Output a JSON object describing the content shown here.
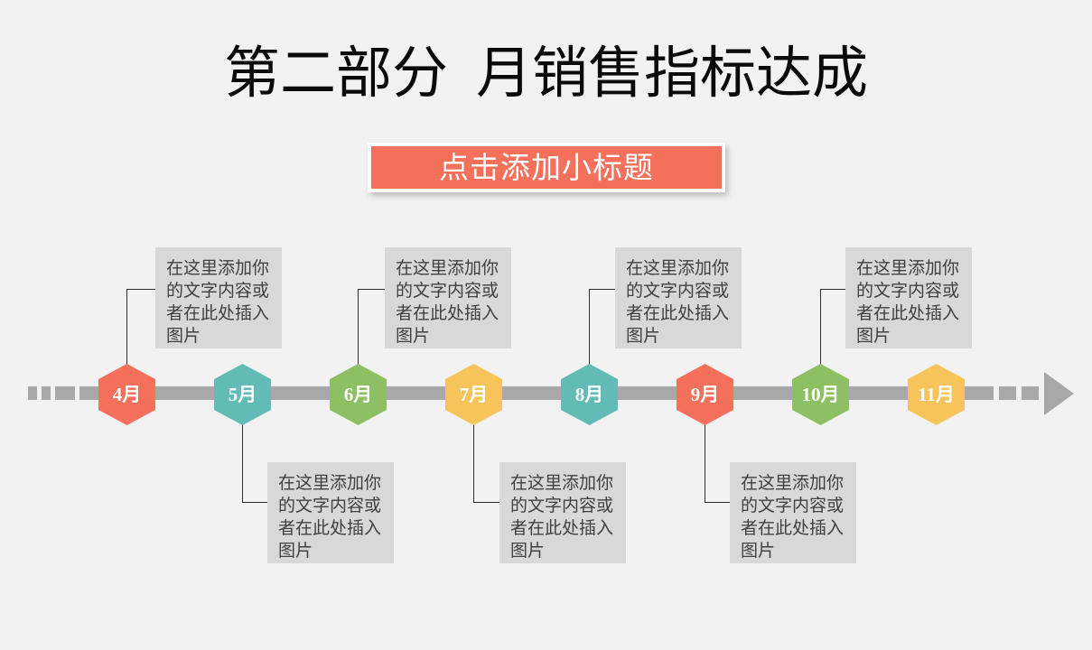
{
  "slide": {
    "title": "第二部分  月销售指标达成",
    "subtitle": {
      "label": "点击添加小标题",
      "bg_color": "#F4705B",
      "text_color": "#FFFFFF"
    },
    "colors": {
      "background": "#F2F2F2",
      "timeline_bar": "#A8A8A8",
      "note_box_bg": "#D8D8D8",
      "note_text": "#404040",
      "connector_line": "#2E2E2E",
      "red": "#F4705B",
      "teal": "#62BBB4",
      "green": "#8CC063",
      "yellow": "#F7C45C"
    },
    "timeline": {
      "items": [
        {
          "label": "4月",
          "color": "#F4705B",
          "note_position": "top",
          "note": "在这里添加你的文字内容或者在此处插入图片"
        },
        {
          "label": "5月",
          "color": "#62BBB4",
          "note_position": "bottom",
          "note": "在这里添加你的文字内容或者在此处插入图片"
        },
        {
          "label": "6月",
          "color": "#8CC063",
          "note_position": "top",
          "note": "在这里添加你的文字内容或者在此处插入图片"
        },
        {
          "label": "7月",
          "color": "#F7C45C",
          "note_position": "bottom",
          "note": "在这里添加你的文字内容或者在此处插入图片"
        },
        {
          "label": "8月",
          "color": "#62BBB4",
          "note_position": "top",
          "note": "在这里添加你的文字内容或者在此处插入图片"
        },
        {
          "label": "9月",
          "color": "#F4705B",
          "note_position": "bottom",
          "note": "在这里添加你的文字内容或者在此处插入图片"
        },
        {
          "label": "10月",
          "color": "#8CC063",
          "note_position": "top",
          "note": "在这里添加你的文字内容或者在此处插入图片"
        },
        {
          "label": "11月",
          "color": "#F7C45C",
          "note_position": "none"
        }
      ]
    }
  }
}
